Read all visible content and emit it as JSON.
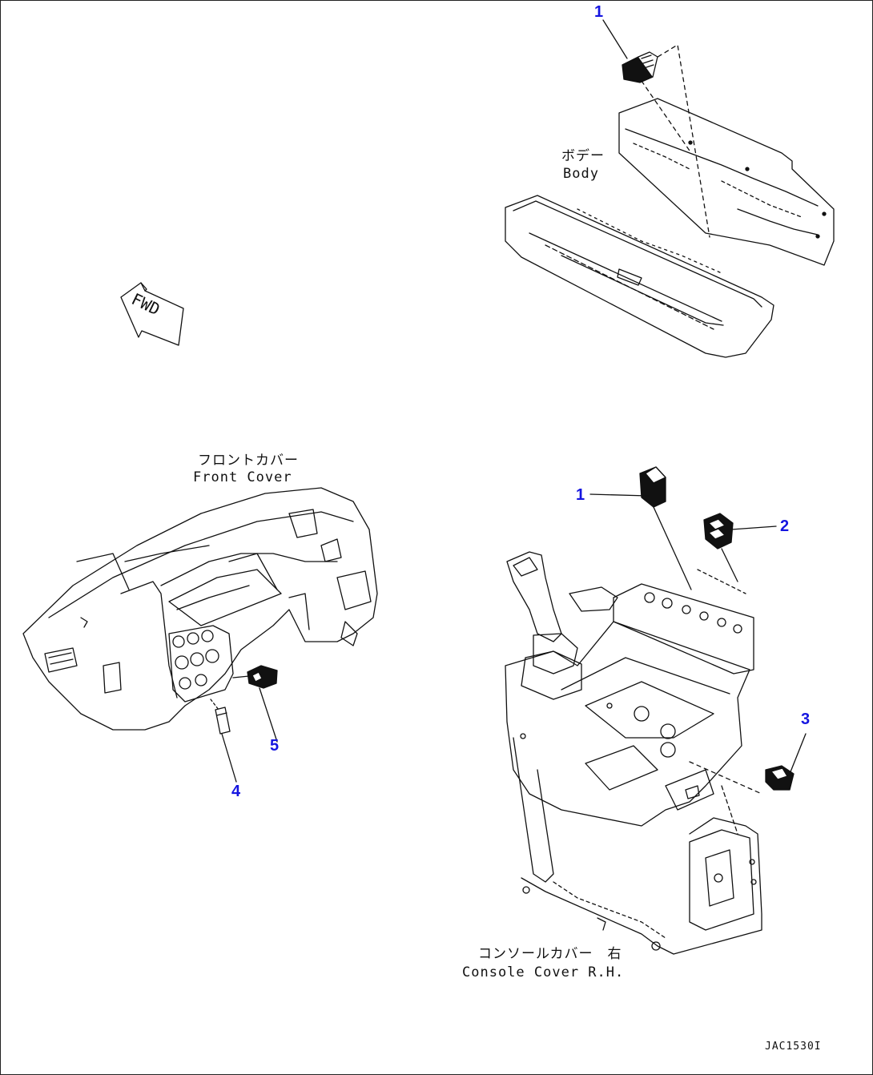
{
  "labels": {
    "body_jp": "ボデー",
    "body_en": "Body",
    "front_cover_jp": "フロントカバー",
    "front_cover_en": "Front Cover",
    "console_cover_jp": "コンソールカバー　右",
    "console_cover_en": "Console Cover R.H."
  },
  "fwd": "FWD",
  "callouts": [
    "1",
    "1",
    "2",
    "3",
    "4",
    "5"
  ],
  "drawing_number": "JAC1530I",
  "colors": {
    "callout": "#1515e0",
    "line": "#111111"
  }
}
